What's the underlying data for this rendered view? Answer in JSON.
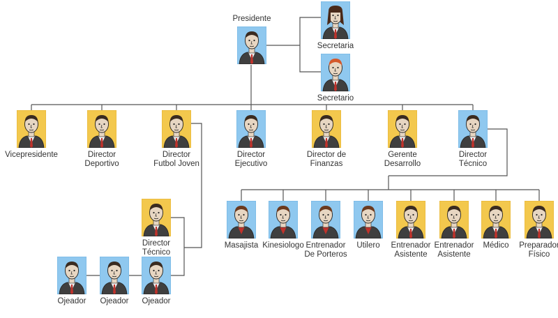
{
  "colors": {
    "line": "#555555",
    "frame_blue": "#8fc8ef",
    "frame_yellow": "#f3c84d",
    "skin": "#e7d6c2",
    "suit": "#3f3f3f",
    "tie": "#c0322b"
  },
  "nodes": [
    {
      "id": "presidente",
      "label": "Presidente",
      "frame": "blue",
      "portrait": "suit-man-icon"
    },
    {
      "id": "secretaria",
      "label": "Secretaria",
      "frame": "blue",
      "portrait": "secretary-woman-icon"
    },
    {
      "id": "secretario",
      "label": "Secretario",
      "frame": "blue",
      "portrait": "secretary-man-icon"
    },
    {
      "id": "vicepresidente",
      "label": "Vicepresidente",
      "frame": "yellow",
      "portrait": "suit-man-icon"
    },
    {
      "id": "director-deportivo",
      "label": "Director\nDeportivo",
      "frame": "yellow",
      "portrait": "suit-man-icon"
    },
    {
      "id": "director-futbol-joven",
      "label": "Director\nFutbol Joven",
      "frame": "yellow",
      "portrait": "suit-man-icon"
    },
    {
      "id": "director-ejecutivo",
      "label": "Director\nEjecutivo",
      "frame": "blue",
      "portrait": "suit-man-icon"
    },
    {
      "id": "director-finanzas",
      "label": "Director de\nFinanzas",
      "frame": "yellow",
      "portrait": "suit-man-icon"
    },
    {
      "id": "gerente-desarrollo",
      "label": "Gerente\nDesarrollo",
      "frame": "yellow",
      "portrait": "suit-man-icon"
    },
    {
      "id": "director-tecnico",
      "label": "Director\nTécnico",
      "frame": "blue",
      "portrait": "suit-man-icon"
    },
    {
      "id": "masajista",
      "label": "Masajista",
      "frame": "blue",
      "portrait": "staff-man-icon"
    },
    {
      "id": "kinesiologo",
      "label": "Kinesiologo",
      "frame": "blue",
      "portrait": "staff-man-icon"
    },
    {
      "id": "entrenador-porteros",
      "label": "Entrenador\nDe Porteros",
      "frame": "blue",
      "portrait": "staff-man-icon"
    },
    {
      "id": "utilero",
      "label": "Utilero",
      "frame": "blue",
      "portrait": "staff-man-icon"
    },
    {
      "id": "entrenador-asistente-1",
      "label": "Entrenador\nAsistente",
      "frame": "yellow",
      "portrait": "suit-man-icon"
    },
    {
      "id": "entrenador-asistente-2",
      "label": "Entrenador\nAsistente",
      "frame": "yellow",
      "portrait": "suit-man-icon"
    },
    {
      "id": "medico",
      "label": "Médico",
      "frame": "yellow",
      "portrait": "suit-man-icon"
    },
    {
      "id": "preparador-fisico",
      "label": "Preparador\nFísico",
      "frame": "yellow",
      "portrait": "suit-man-icon"
    },
    {
      "id": "director-tecnico-joven",
      "label": "Director\nTécnico",
      "frame": "yellow",
      "portrait": "suit-man-icon"
    },
    {
      "id": "ojeador-1",
      "label": "Ojeador",
      "frame": "blue",
      "portrait": "suit-man-icon"
    },
    {
      "id": "ojeador-2",
      "label": "Ojeador",
      "frame": "blue",
      "portrait": "suit-man-icon"
    },
    {
      "id": "ojeador-3",
      "label": "Ojeador",
      "frame": "blue",
      "portrait": "suit-man-icon"
    }
  ],
  "edges": [
    {
      "from": "presidente",
      "to": "secretaria"
    },
    {
      "from": "presidente",
      "to": "secretario"
    },
    {
      "from": "presidente",
      "to": "vicepresidente"
    },
    {
      "from": "presidente",
      "to": "director-deportivo"
    },
    {
      "from": "presidente",
      "to": "director-futbol-joven"
    },
    {
      "from": "presidente",
      "to": "director-ejecutivo"
    },
    {
      "from": "presidente",
      "to": "director-finanzas"
    },
    {
      "from": "presidente",
      "to": "gerente-desarrollo"
    },
    {
      "from": "presidente",
      "to": "director-tecnico"
    },
    {
      "from": "director-tecnico",
      "to": "masajista"
    },
    {
      "from": "director-tecnico",
      "to": "kinesiologo"
    },
    {
      "from": "director-tecnico",
      "to": "entrenador-porteros"
    },
    {
      "from": "director-tecnico",
      "to": "utilero"
    },
    {
      "from": "director-tecnico",
      "to": "entrenador-asistente-1"
    },
    {
      "from": "director-tecnico",
      "to": "entrenador-asistente-2"
    },
    {
      "from": "director-tecnico",
      "to": "medico"
    },
    {
      "from": "director-tecnico",
      "to": "preparador-fisico"
    },
    {
      "from": "director-futbol-joven",
      "to": "director-tecnico-joven"
    },
    {
      "from": "director-tecnico-joven",
      "to": "ojeador-3"
    },
    {
      "from": "ojeador-3",
      "to": "ojeador-2"
    },
    {
      "from": "ojeador-2",
      "to": "ojeador-1"
    }
  ]
}
